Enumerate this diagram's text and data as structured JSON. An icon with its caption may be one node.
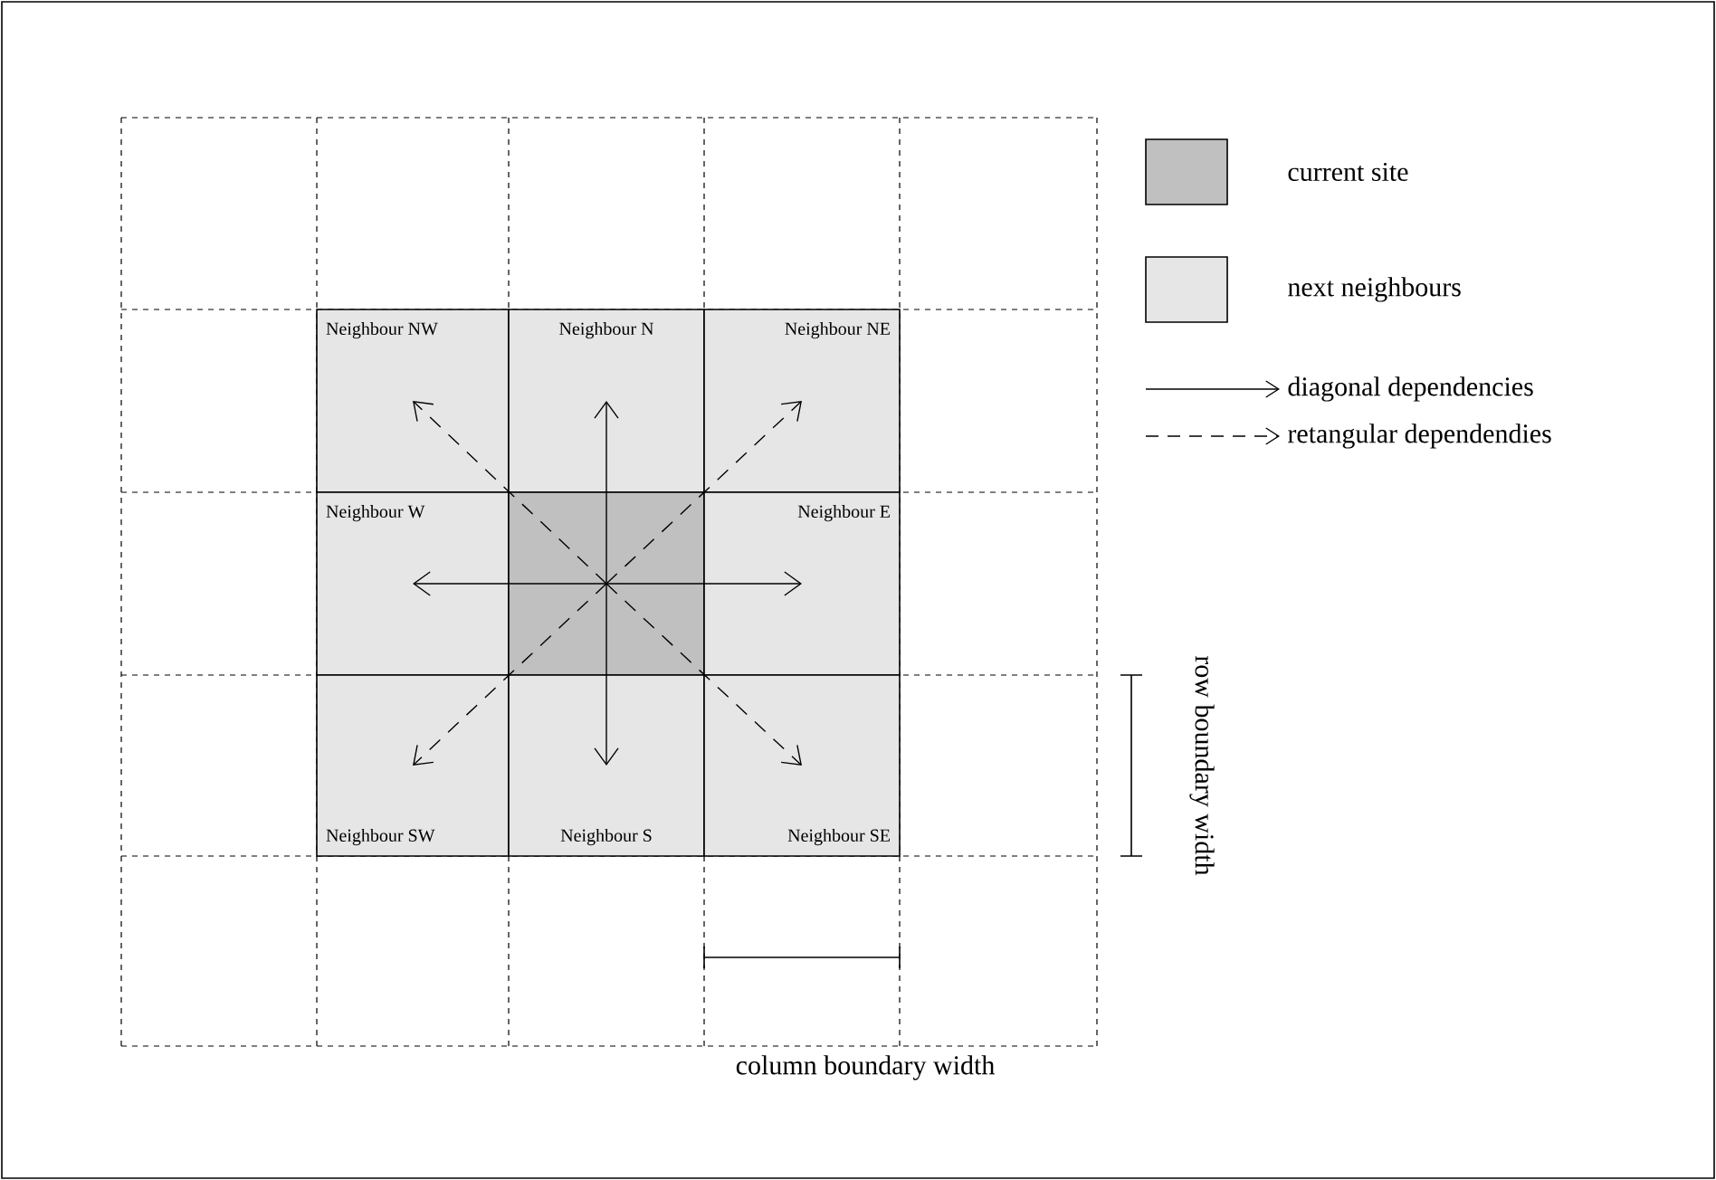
{
  "diagram": {
    "nodes": [
      {
        "text": [
          "Neighbour NW"
        ]
      },
      {
        "text": [
          "Neighbour N"
        ]
      },
      {
        "text": [
          "Neighbour NE"
        ]
      },
      {
        "text": [
          "Neighbour W"
        ]
      },
      {
        "text": [],
        "shape": "box"
      },
      {
        "text": [
          "Neighbour E"
        ]
      },
      {
        "text": [
          "Neighbour SW"
        ]
      },
      {
        "text": [
          "Neighbour S"
        ]
      },
      {
        "text": [
          "Neighbour SE"
        ]
      }
    ],
    "edges": [
      {
        "from": 4,
        "to": 0,
        "arrow": "to",
        "style": "dashed"
      },
      {
        "from": 4,
        "to": 1,
        "arrow": "to"
      },
      {
        "from": 4,
        "to": 2,
        "arrow": "to",
        "style": "dashed"
      },
      {
        "from": 4,
        "to": 3,
        "arrow": "to"
      },
      {
        "from": 4,
        "to": 5,
        "arrow": "to"
      },
      {
        "from": 4,
        "to": 6,
        "arrow": "to",
        "style": "dashed"
      },
      {
        "from": 4,
        "to": 7,
        "arrow": "to"
      },
      {
        "from": 4,
        "to": 8,
        "arrow": "to",
        "style": "dashed"
      }
    ],
    "labels": [
      "row boundary width",
      "column boundary width"
    ],
    "legend": [
      {
        "text": "current site",
        "color": "#c0c0c0"
      },
      {
        "text": "next neighbours",
        "color": "#e6e6e6"
      },
      {
        "text": "diagonal dependencies"
      },
      {
        "text": "retangular dependendies"
      }
    ]
  }
}
